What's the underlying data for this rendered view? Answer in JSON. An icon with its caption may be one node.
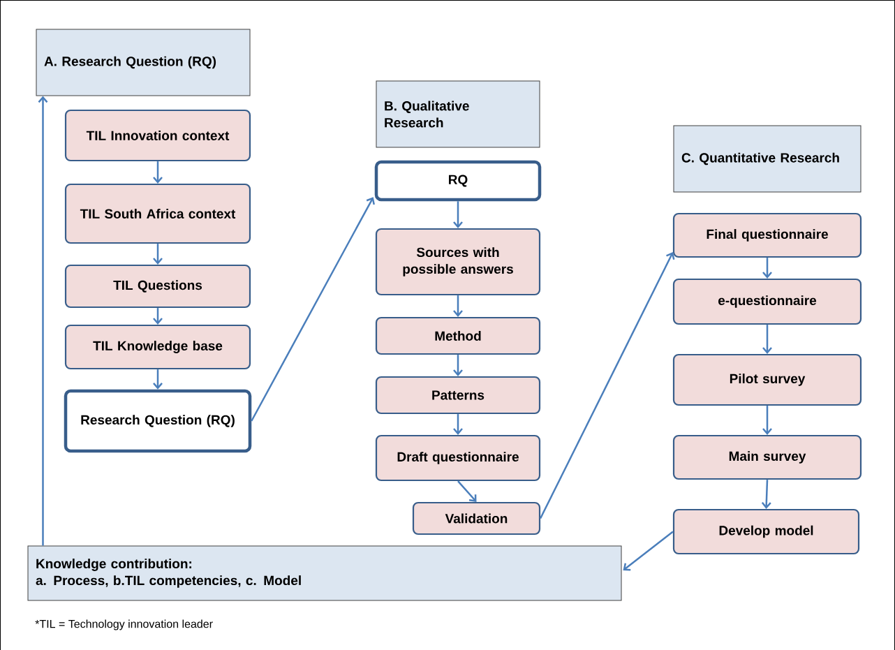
{
  "diagram": {
    "nodes": [
      {
        "text": [
          "A.   Research Question (RQ)"
        ]
      },
      {
        "text": [
          "TIL Innovation context"
        ]
      },
      {
        "text": [
          "TIL South Africa context"
        ]
      },
      {
        "text": [
          "TIL Questions"
        ]
      },
      {
        "text": [
          "TIL Knowledge base"
        ]
      },
      {
        "text": [
          "Research Question (RQ)"
        ]
      },
      {
        "text": [
          "B. Qualitative Research"
        ]
      },
      {
        "text": [
          "RQ"
        ]
      },
      {
        "text": [
          "Sources with possible answers"
        ]
      },
      {
        "text": [
          "Method"
        ]
      },
      {
        "text": [
          "Patterns"
        ]
      },
      {
        "text": [
          "Draft questionnaire"
        ]
      },
      {
        "text": [
          "Validation"
        ]
      },
      {
        "text": [
          "C. Quantitative Research"
        ]
      },
      {
        "text": [
          "Final questionnaire"
        ]
      },
      {
        "text": [
          "e-questionnaire"
        ]
      },
      {
        "text": [
          "Pilot survey"
        ]
      },
      {
        "text": [
          "Main survey"
        ]
      },
      {
        "text": [
          "Develop model"
        ]
      },
      {
        "text": [
          "Knowledge contribution:",
          "a. Process, b.TIL competencies, c. Model"
        ]
      }
    ],
    "edges": [
      {
        "from": 1,
        "to": 2,
        "arrow": "to"
      },
      {
        "from": 2,
        "to": 3,
        "arrow": "to"
      },
      {
        "from": 3,
        "to": 4,
        "arrow": "to"
      },
      {
        "from": 4,
        "to": 5,
        "arrow": "to"
      },
      {
        "from": 5,
        "to": 7,
        "arrow": "to"
      },
      {
        "from": 7,
        "to": 8,
        "arrow": "to"
      },
      {
        "from": 8,
        "to": 9,
        "arrow": "to"
      },
      {
        "from": 9,
        "to": 10,
        "arrow": "to"
      },
      {
        "from": 10,
        "to": 11,
        "arrow": "to"
      },
      {
        "from": 11,
        "to": 12,
        "arrow": "to"
      },
      {
        "from": 12,
        "to": 14,
        "arrow": "to"
      },
      {
        "from": 14,
        "to": 15,
        "arrow": "to"
      },
      {
        "from": 15,
        "to": 16,
        "arrow": "to"
      },
      {
        "from": 16,
        "to": 17,
        "arrow": "to"
      },
      {
        "from": 17,
        "to": 18,
        "arrow": "to"
      },
      {
        "from": 18,
        "to": 19,
        "arrow": "to"
      },
      {
        "from": 19,
        "to": 0,
        "arrow": "to"
      }
    ],
    "labels": [
      "*TIL = Technology innovation leader"
    ]
  }
}
